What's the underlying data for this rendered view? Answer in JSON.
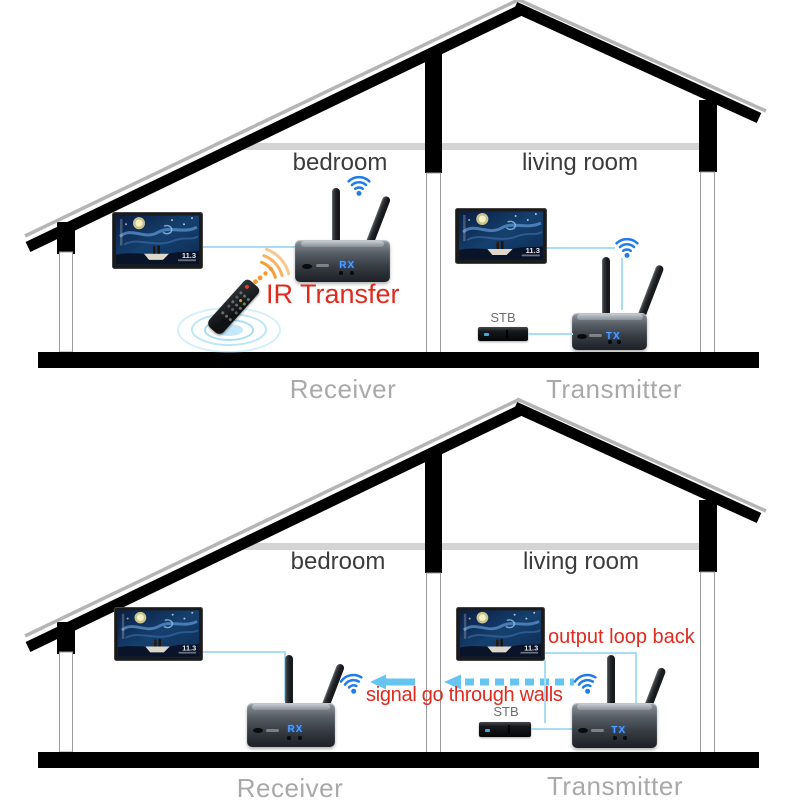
{
  "shared": {
    "bedroom_label": "bedroom",
    "living_room_label": "living room",
    "stb_label": "STB",
    "receiver_caption": "Receiver",
    "transmitter_caption": "Transmitter",
    "rx_led": "RX",
    "tx_led": "TX",
    "tv_overlay": "11.3"
  },
  "top_scene": {
    "ir_annotation": "IR Transfer"
  },
  "bottom_scene": {
    "loopback_annotation": "output loop back",
    "signal_annotation": "signal go through walls"
  },
  "colors": {
    "annotation_red": "#e02a1e",
    "wifi_blue": "#1f7ce8",
    "connector_blue": "#a9ddf3",
    "arrow_blue": "#66c4f0",
    "caption_gray": "#a9a9a9",
    "room_label_gray": "#3c3c3c",
    "led_blue": "#4e9cff",
    "ir_orange": "#f59a2e"
  }
}
